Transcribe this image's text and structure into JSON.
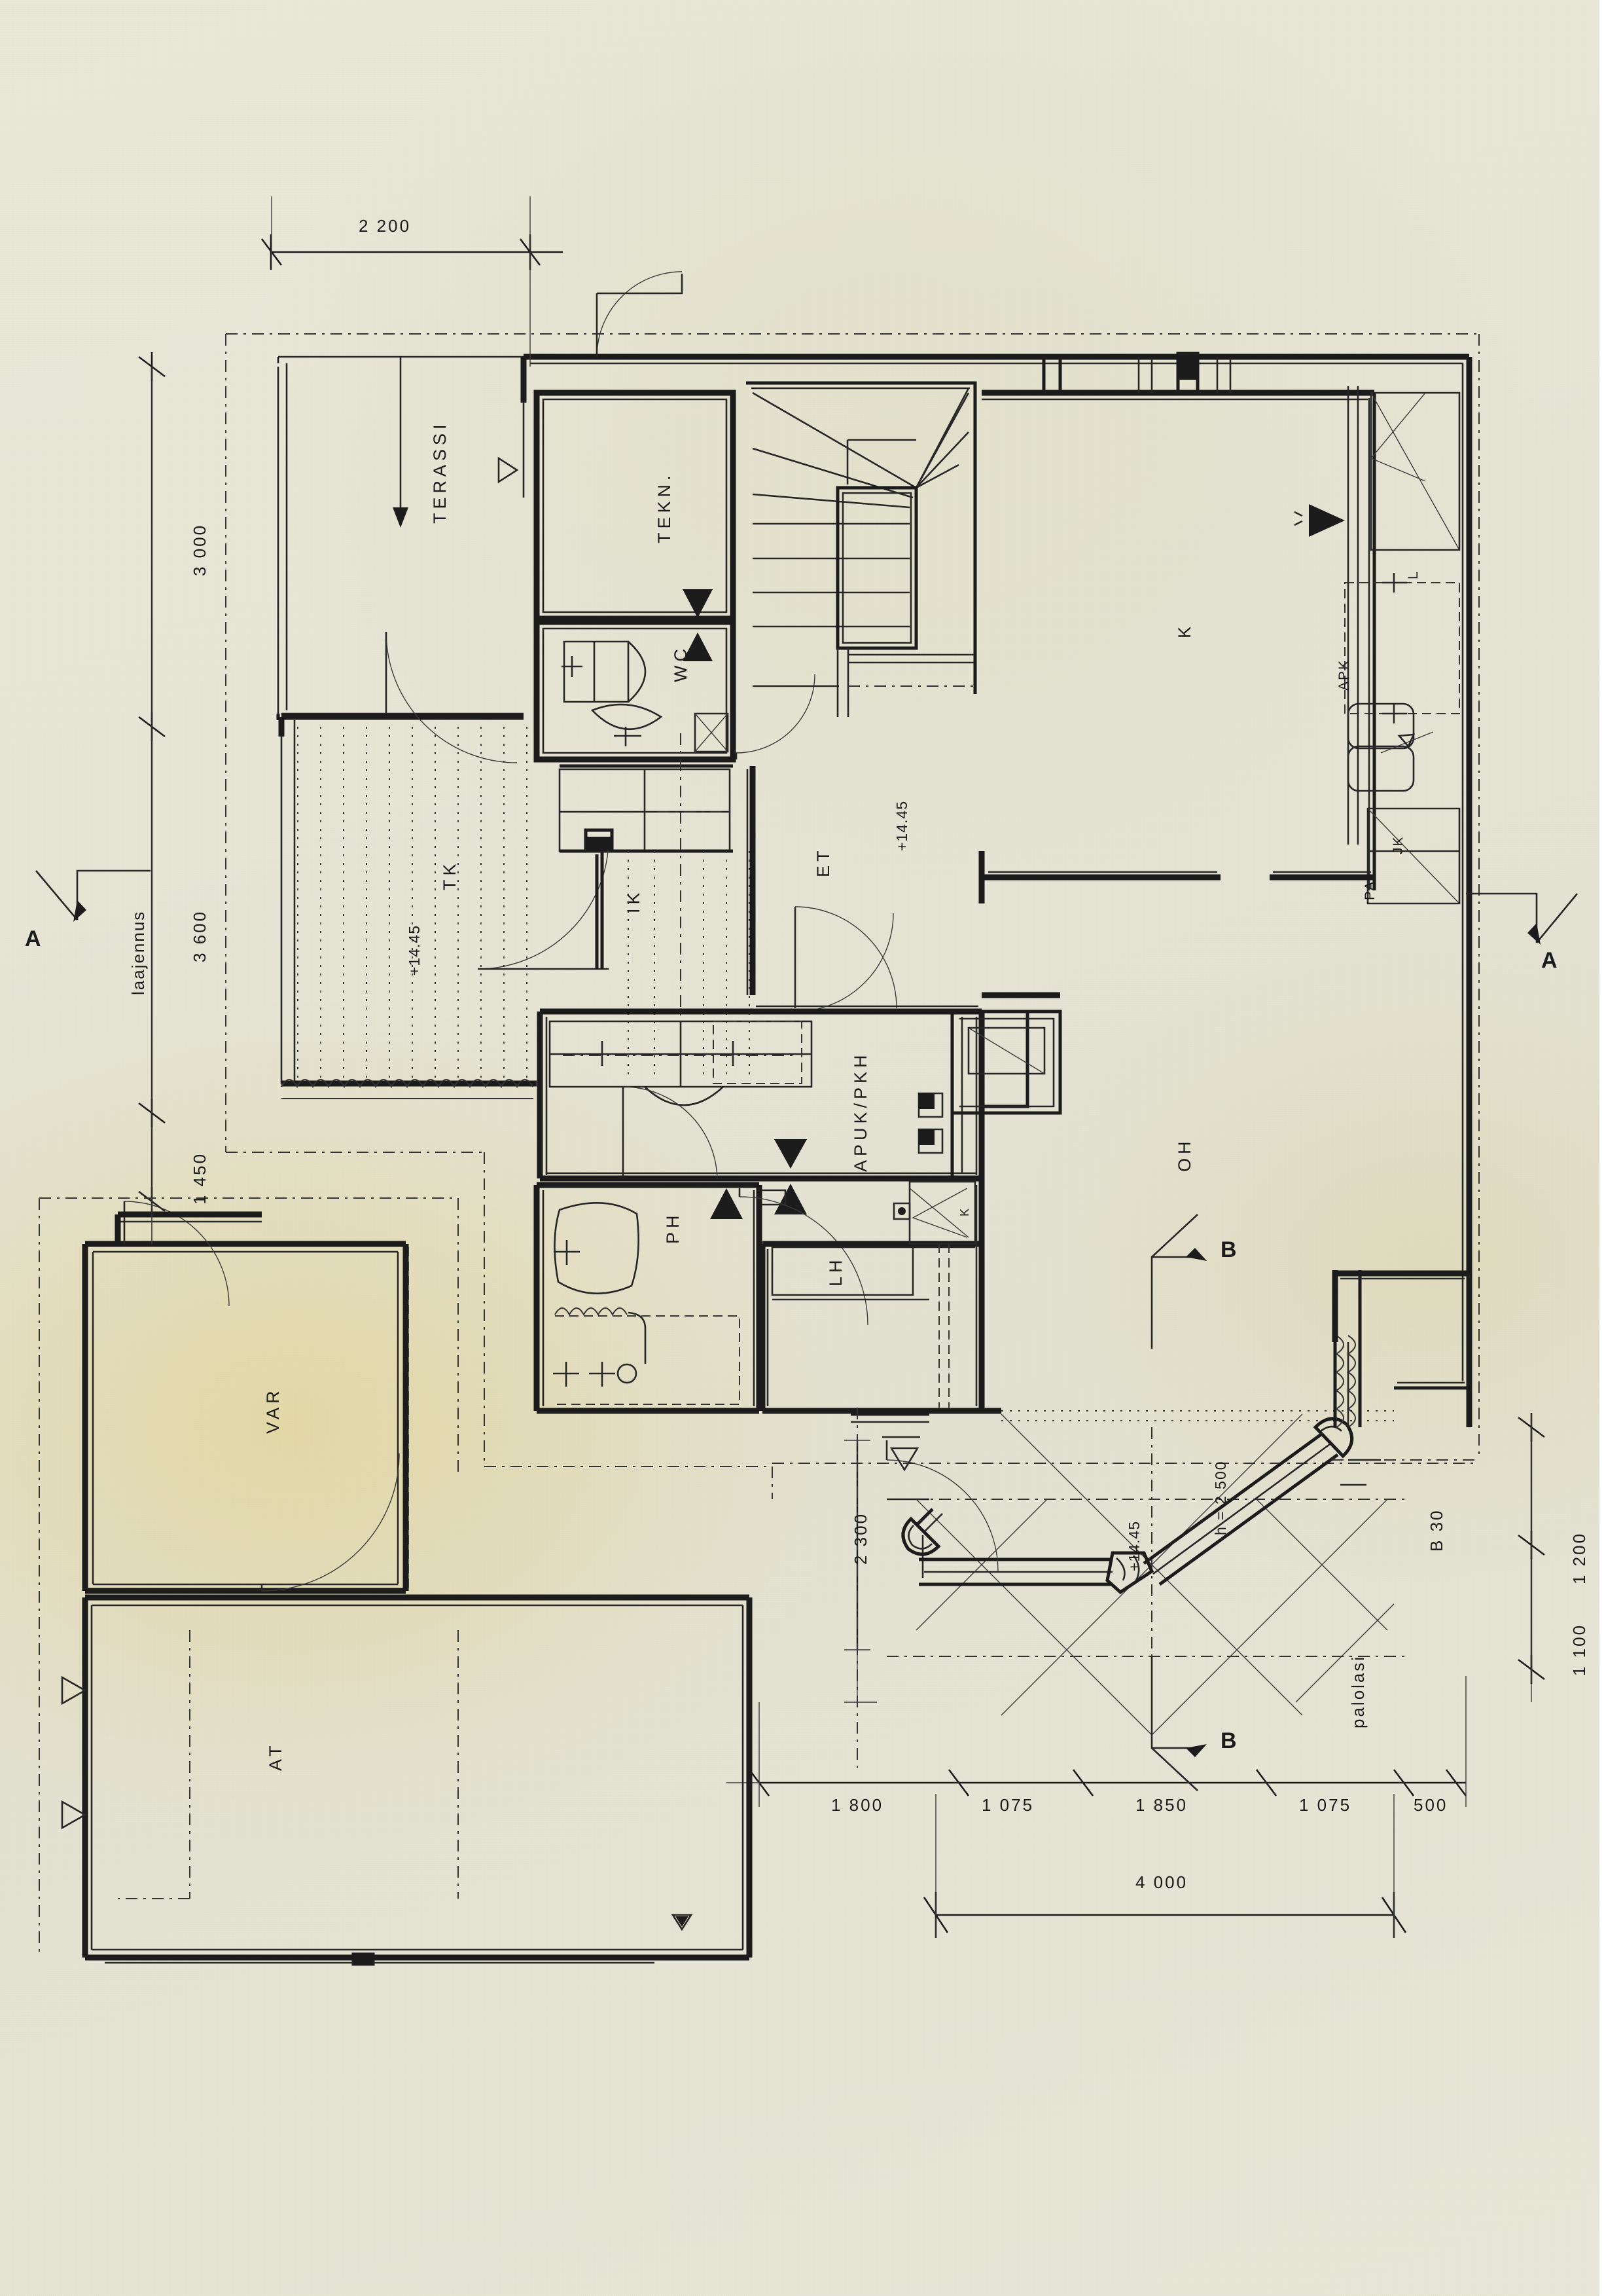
{
  "document": {
    "type": "architectural-floor-plan",
    "language": "fi",
    "paper_color": "#e6e5d6",
    "ink_color": "#1a1a1a"
  },
  "rooms": [
    {
      "id": "terassi",
      "label": "TERASSI",
      "elev": null
    },
    {
      "id": "tekn",
      "label": "TEKN.",
      "elev": null
    },
    {
      "id": "wc",
      "label": "WC",
      "elev": null
    },
    {
      "id": "tk",
      "label": "TK",
      "elev": "+14.45"
    },
    {
      "id": "ik",
      "label": "IK",
      "elev": null
    },
    {
      "id": "et",
      "label": "ET",
      "elev": "+14.45"
    },
    {
      "id": "k",
      "label": "K",
      "elev": null
    },
    {
      "id": "apuk_pkh",
      "label": "APUK/PKH",
      "elev": null
    },
    {
      "id": "ph",
      "label": "PH",
      "elev": null
    },
    {
      "id": "lh",
      "label": "LH",
      "elev": null
    },
    {
      "id": "oh",
      "label": "OH",
      "elev": "+14.45"
    },
    {
      "id": "var",
      "label": "VAR",
      "elev": null
    },
    {
      "id": "at",
      "label": "AT",
      "elev": null
    }
  ],
  "appliances": [
    {
      "id": "l",
      "label": "L"
    },
    {
      "id": "apk",
      "label": "APK"
    },
    {
      "id": "jk",
      "label": "JK"
    },
    {
      "id": "pa",
      "label": "PA"
    },
    {
      "id": "kiuas",
      "label": "K"
    }
  ],
  "annotations": {
    "laajennus": "laajennus",
    "palolasi": "palolasi",
    "b30": "B 30",
    "height_note": "h = 2 500",
    "elev_tk": "+14.45",
    "elev_et": "+14.45",
    "elev_oh": "+14.45"
  },
  "section_markers": [
    {
      "id": "a-left",
      "label": "A"
    },
    {
      "id": "a-right",
      "label": "A"
    },
    {
      "id": "b-top",
      "label": "B"
    },
    {
      "id": "b-bottom",
      "label": "B"
    }
  ],
  "dimensions": {
    "top": [
      {
        "id": "top-2200",
        "value": "2 200"
      }
    ],
    "left": [
      {
        "id": "left-3000",
        "value": "3 000"
      },
      {
        "id": "left-3600",
        "value": "3 600"
      },
      {
        "id": "left-1450",
        "value": "1 450"
      }
    ],
    "right": [
      {
        "id": "right-1200",
        "value": "1 200"
      },
      {
        "id": "right-1100",
        "value": "1 100"
      }
    ],
    "bottom_chain": [
      {
        "id": "b-1800",
        "value": "1 800"
      },
      {
        "id": "b-1075a",
        "value": "1 075"
      },
      {
        "id": "b-1850",
        "value": "1 850"
      },
      {
        "id": "b-1075b",
        "value": "1 075"
      },
      {
        "id": "b-500",
        "value": "500"
      }
    ],
    "bottom_total": [
      {
        "id": "b-4000",
        "value": "4 000"
      }
    ],
    "interior": [
      {
        "id": "int-2300",
        "value": "2 300"
      }
    ]
  }
}
